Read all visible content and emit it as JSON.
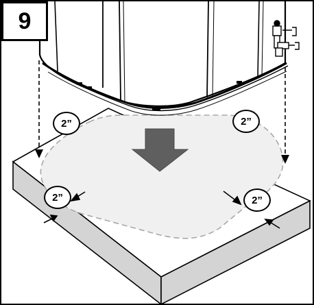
{
  "step": {
    "number": "9"
  },
  "clearance_labels": [
    "2”",
    "2”",
    "2”",
    "2”"
  ],
  "colors": {
    "outline": "#000000",
    "slab_side": "#d4d4d4",
    "footprint_fill": "#f0f0f0",
    "footprint_outline": "#a8a8a8",
    "down_arrow": "#5f5f5f"
  }
}
